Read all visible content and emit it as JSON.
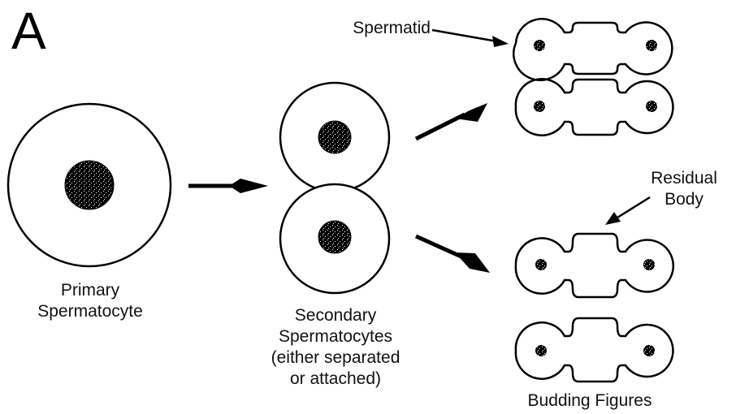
{
  "panel_label": "A",
  "labels": {
    "primary_line1": "Primary",
    "primary_line2": "Spermatocyte",
    "secondary_line1": "Secondary",
    "secondary_line2": "Spermatocytes",
    "secondary_line3": "(either separated",
    "secondary_line4": "or attached)",
    "spermatid": "Spermatid",
    "residual_line1": "Residual",
    "residual_line2": "Body",
    "budding": "Budding Figures"
  },
  "colors": {
    "ink": "#000000",
    "background": "#ffffff"
  }
}
